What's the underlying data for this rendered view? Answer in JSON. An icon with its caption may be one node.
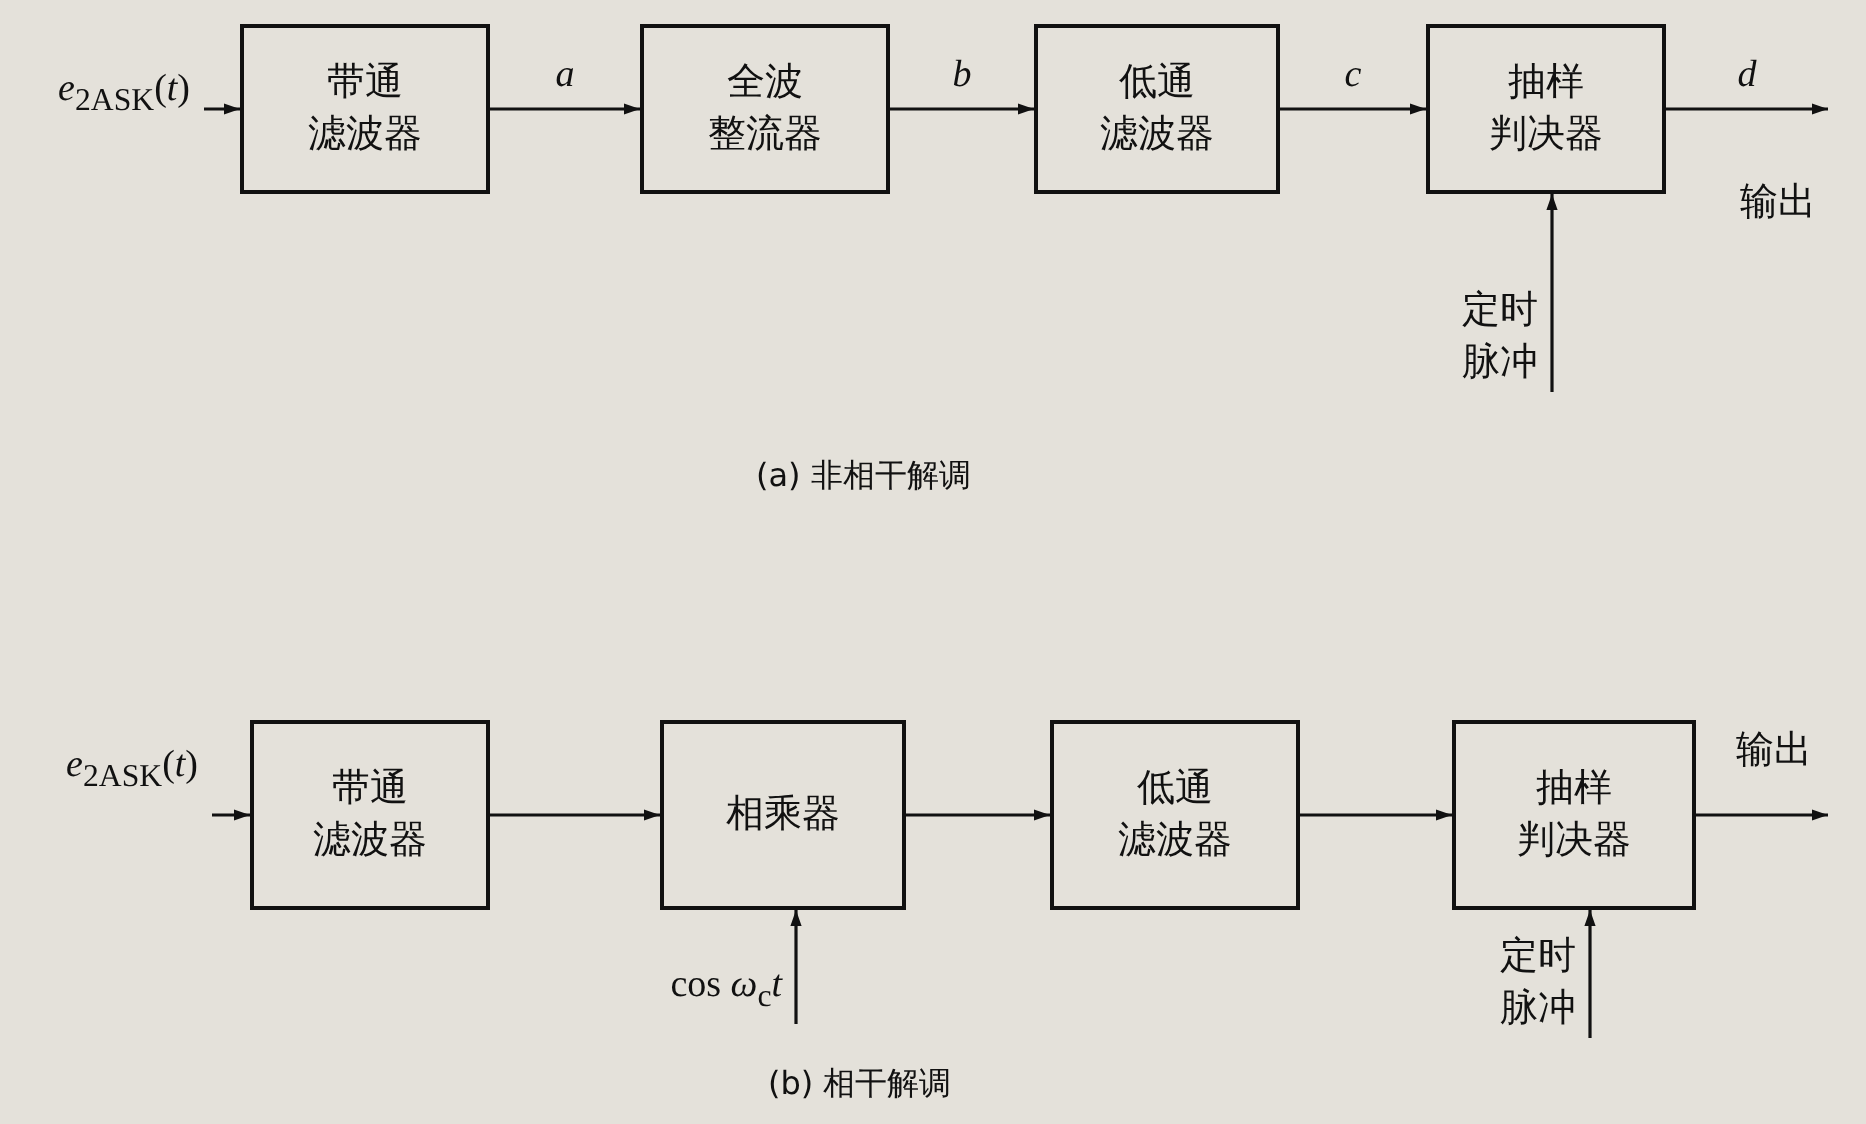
{
  "diagram": {
    "nodes": [
      {
        "text": [
          "*e*$_{2ASK}$(*t*)"
        ]
      },
      {
        "text": [
          "带通滤波器"
        ]
      },
      {
        "text": [
          "全波整流器"
        ]
      },
      {
        "text": [
          "低通滤波器"
        ]
      },
      {
        "text": [
          "抽样判决器"
        ]
      },
      {
        "text": [
          "定时脉冲"
        ]
      },
      {
        "text": [
          "*e*$_{2ASK}$(*t*)"
        ]
      },
      {
        "text": [
          "带通滤波器"
        ]
      },
      {
        "text": [
          "相乘器"
        ]
      },
      {
        "text": [
          "低通滤波器"
        ]
      },
      {
        "text": [
          "抽样判决器"
        ]
      },
      {
        "text": [
          "cos *ω*$_{c}$*t*"
        ]
      },
      {
        "text": [
          "定时脉冲"
        ]
      }
    ],
    "edges": [
      {
        "from": 0,
        "to": 1,
        "arrow": "to"
      },
      {
        "from": 1,
        "to": 2,
        "arrow": "to",
        "label": "*a*"
      },
      {
        "from": 2,
        "to": 3,
        "arrow": "to",
        "label": "*b*"
      },
      {
        "from": 3,
        "to": 4,
        "arrow": "to",
        "label": "*c*"
      },
      {
        "from": 4,
        "to": null,
        "arrow": "to",
        "label": "*d*"
      },
      {
        "from": 5,
        "to": 4,
        "arrow": "to"
      },
      {
        "from": 6,
        "to": 7,
        "arrow": "to"
      },
      {
        "from": 7,
        "to": 8,
        "arrow": "to"
      },
      {
        "from": 8,
        "to": 9,
        "arrow": "to"
      },
      {
        "from": 9,
        "to": 10,
        "arrow": "to"
      },
      {
        "from": 10,
        "to": null,
        "arrow": "to"
      },
      {
        "from": 11,
        "to": 8,
        "arrow": "to"
      },
      {
        "from": 12,
        "to": 10,
        "arrow": "to"
      }
    ],
    "labels": [
      "输出",
      "(a) 非相干解调",
      "输出",
      "(b) 相干解调"
    ]
  }
}
